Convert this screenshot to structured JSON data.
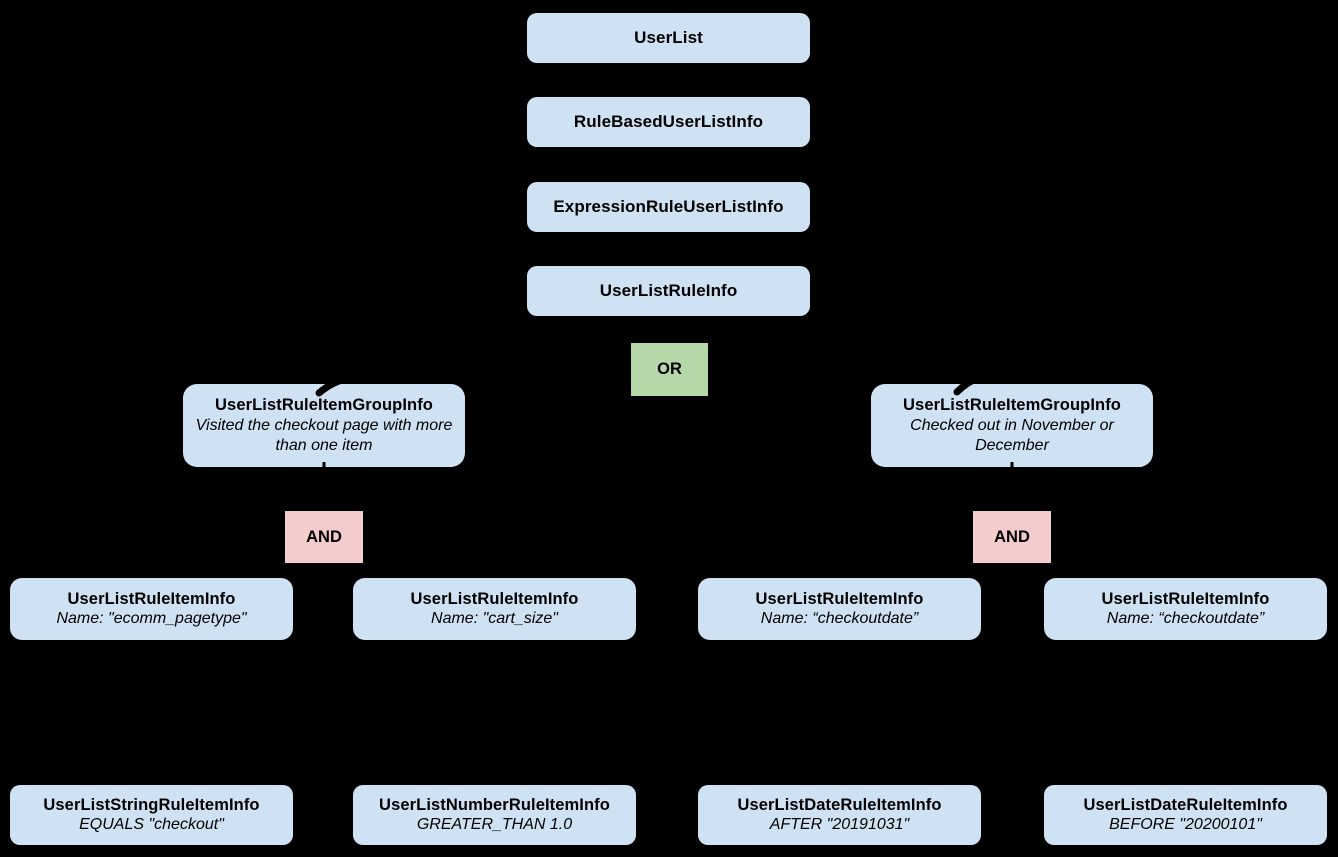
{
  "diagram": {
    "background_color": "#000000",
    "colors": {
      "node_fill": "#cfe2f3",
      "or_fill": "#b6d7a8",
      "and_fill": "#f4cccc",
      "text": "#000000"
    },
    "chain": [
      {
        "label": "UserList"
      },
      {
        "label": "RuleBasedUserListInfo"
      },
      {
        "label": "ExpressionRuleUserListInfo"
      },
      {
        "label": "UserListRuleInfo"
      }
    ],
    "operators": {
      "or": "OR",
      "and": "AND"
    },
    "groups": [
      {
        "title": "UserListRuleItemGroupInfo",
        "description": "Visited the checkout page with more than one item"
      },
      {
        "title": "UserListRuleItemGroupInfo",
        "description": "Checked out in November or December"
      }
    ],
    "rule_items": [
      {
        "title": "UserListRuleItemInfo",
        "description": "Name: \"ecomm_pagetype\""
      },
      {
        "title": "UserListRuleItemInfo",
        "description": "Name: \"cart_size\""
      },
      {
        "title": "UserListRuleItemInfo",
        "description": "Name: “checkoutdate”"
      },
      {
        "title": "UserListRuleItemInfo",
        "description": "Name: “checkoutdate”"
      }
    ],
    "operands": [
      {
        "title": "UserListStringRuleItemInfo",
        "description": "EQUALS \"checkout\""
      },
      {
        "title": "UserListNumberRuleItemInfo",
        "description": "GREATER_THAN 1.0"
      },
      {
        "title": "UserListDateRuleItemInfo",
        "description": "AFTER \"20191031\""
      },
      {
        "title": "UserListDateRuleItemInfo",
        "description": "BEFORE \"20200101\""
      }
    ]
  }
}
